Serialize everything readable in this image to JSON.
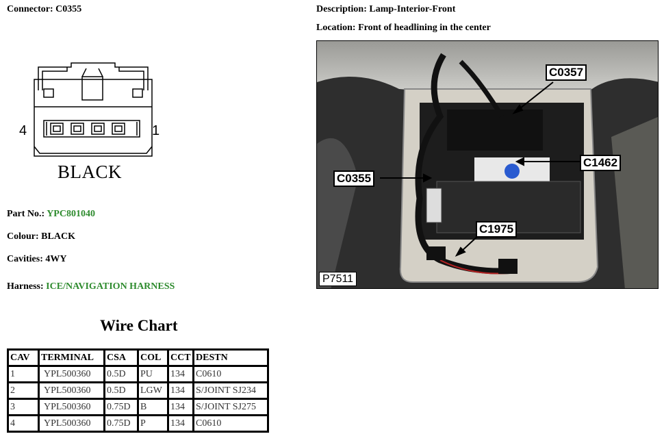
{
  "connector": {
    "label": "Connector:",
    "value": "C0355"
  },
  "description": {
    "label": "Description:",
    "value": "Lamp-Interior-Front"
  },
  "location": {
    "label": "Location:",
    "value": "Front of headlining in the center"
  },
  "diagram": {
    "cavity_left": "4",
    "cavity_right": "1",
    "colour_text": "BLACK"
  },
  "part_no": {
    "label": "Part No.:",
    "value": "YPC801040"
  },
  "colour": {
    "label": "Colour:",
    "value": "BLACK"
  },
  "cavities": {
    "label": "Cavities:",
    "value": "4WY"
  },
  "harness": {
    "label": "Harness:",
    "value": "ICE/NAVIGATION HARNESS"
  },
  "accent_color": "#2e8b2e",
  "wire_chart": {
    "title": "Wire Chart",
    "headers": [
      "CAV",
      "TERMINAL",
      "CSA",
      "COL",
      "CCT",
      "DESTN"
    ],
    "rows": [
      [
        "1",
        "YPL500360",
        "0.5D",
        "PU",
        "134",
        "C0610"
      ],
      [
        "2",
        "YPL500360",
        "0.5D",
        "LGW",
        "134",
        "S/JOINT SJ234"
      ],
      [
        "3",
        "YPL500360",
        "0.75D",
        "B",
        "134",
        "S/JOINT SJ275"
      ],
      [
        "4",
        "YPL500360",
        "0.75D",
        "P",
        "134",
        "C0610"
      ]
    ]
  },
  "photo": {
    "callouts": [
      "C0357",
      "C1462",
      "C0355",
      "C1975"
    ],
    "reference": "P7511"
  }
}
